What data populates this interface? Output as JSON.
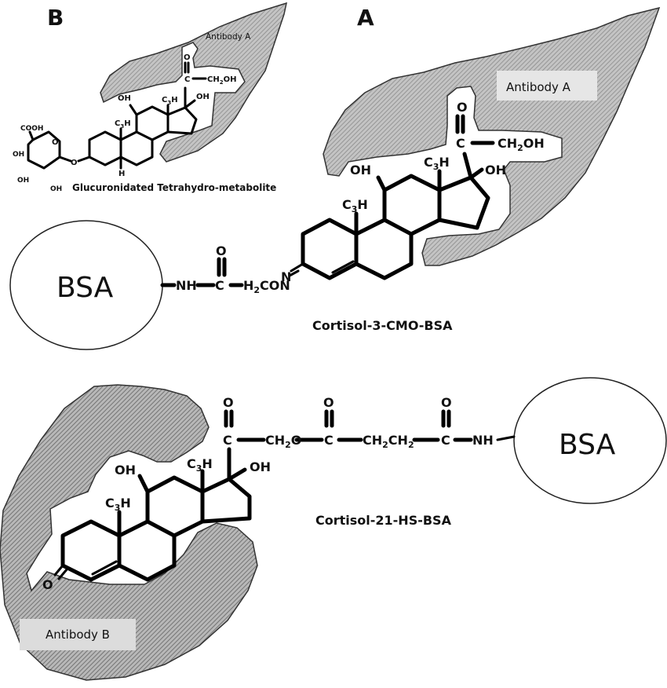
{
  "panel_labels": {
    "a": "A",
    "b": "B"
  },
  "antibodies": {
    "a": "Antibody A",
    "a_small": "Antibody A",
    "b": "Antibody B"
  },
  "carrier": {
    "label_top": "BSA",
    "label_bottom": "BSA"
  },
  "conjugate_names": {
    "cmo": "Cortisol-3-CMO-BSA",
    "hs": "Cortisol-21-HS-BSA",
    "glucuronide": "Glucuronidated Tetrahydro-metabolite"
  },
  "atoms": {
    "O": "O",
    "C": "C",
    "OH": "OH",
    "CH2OH": "CH",
    "CH2OH_sub": "2",
    "CH2OH_end": "OH",
    "C3H": "C",
    "C3H_sub": "3",
    "C3H_end": "H",
    "NH": "NH",
    "H": "H",
    "H2CON_pre": "H",
    "H2CON_sub": "2",
    "H2CON_end": "CON",
    "N": "N",
    "CH2O": "CH",
    "CH2O_sub": "2",
    "CH2O_end": "O",
    "CH2CH2_a": "CH",
    "CH2CH2_sub1": "2",
    "CH2CH2_b": "CH",
    "CH2CH2_sub2": "2",
    "COOH": "COOH"
  }
}
